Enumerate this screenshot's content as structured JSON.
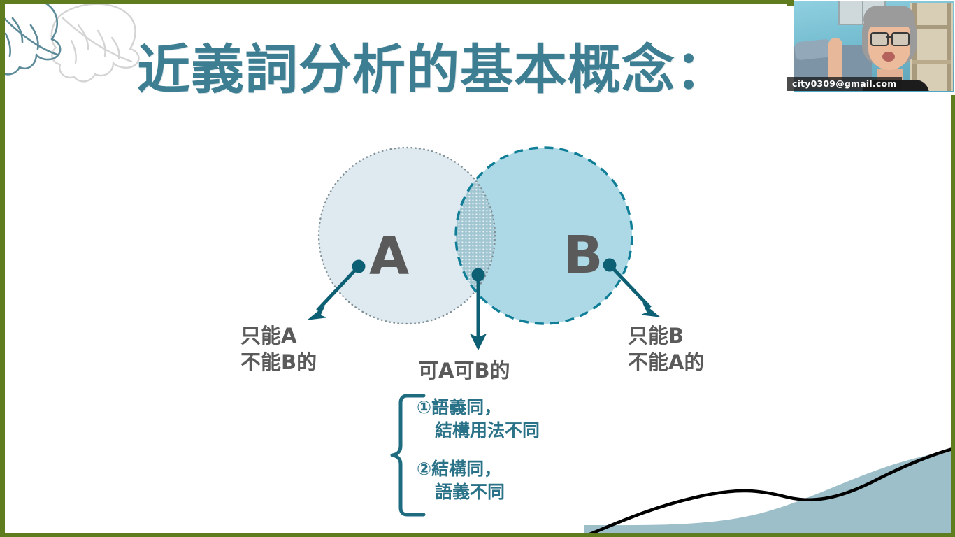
{
  "slide": {
    "title": "近義詞分析的基本概念：",
    "title_color": "#3d7e92",
    "frame_color": "#5f7d1e",
    "background": "#ffffff"
  },
  "venn": {
    "circle_a": {
      "label": "A",
      "fill": "#dfeaf0",
      "border_style": "dotted",
      "border_color": "#7f8f96"
    },
    "circle_b": {
      "label": "B",
      "fill": "#a9d7e6",
      "border_style": "dashed",
      "border_color": "#0f7e96"
    },
    "overlap": {
      "fill": "#a2c7d3",
      "pattern": "dotted-texture"
    },
    "letter_color": "#5a5a5a"
  },
  "callouts": {
    "left": {
      "line1": "只能A",
      "line2": "不能B的"
    },
    "center": {
      "line1": "可A可B的"
    },
    "right": {
      "line1": "只能B",
      "line2": "不能A的"
    },
    "text_color": "#5a5a5a",
    "arrow_color": "#0d5f74"
  },
  "notes": {
    "brace_color": "#1f6b80",
    "text_color": "#2a7287",
    "items": [
      {
        "marker": "①",
        "line1": "語義同，",
        "line2": "結構用法不同"
      },
      {
        "marker": "②",
        "line1": "結構同，",
        "line2": "語義不同"
      }
    ]
  },
  "webcam": {
    "email_label": "city0309@gmail.com"
  },
  "decor": {
    "leaf_primary_color": "#5d8b99",
    "leaf_secondary_color": "#d4d4d4",
    "wave_fill": "#9dbfc9",
    "wave_line_color": "#000000"
  }
}
